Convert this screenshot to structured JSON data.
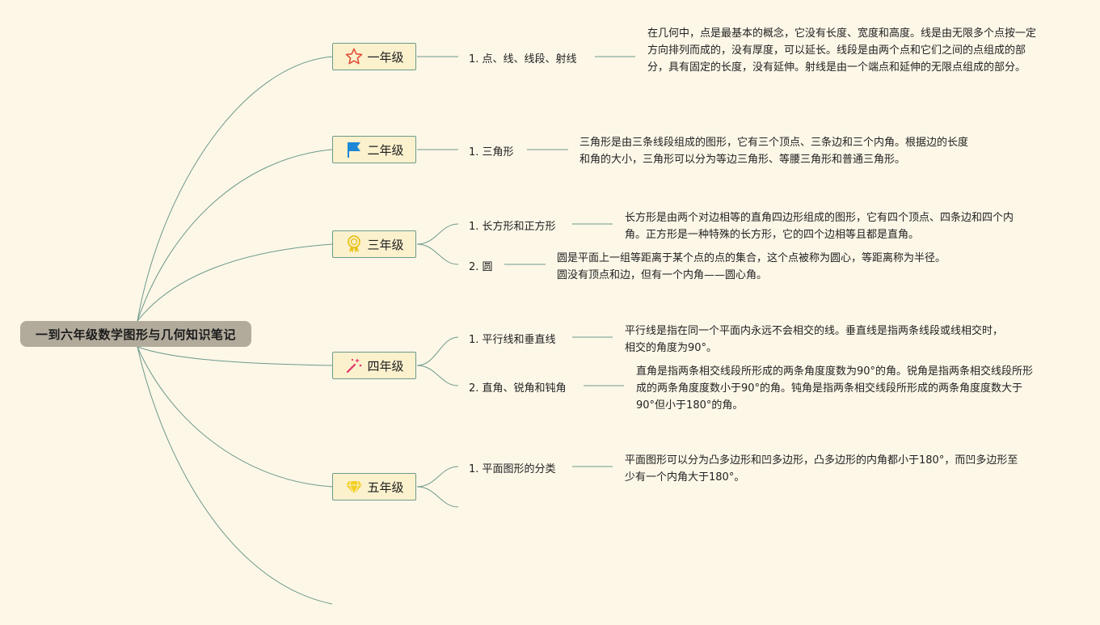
{
  "root": {
    "title": "一到六年级数学图形与几何知识笔记"
  },
  "grades": [
    {
      "label": "一年级",
      "icon": "star-icon",
      "topics": [
        {
          "label": "1. 点、线、线段、射线",
          "desc": "在几何中，点是最基本的概念，它没有长度、宽度和高度。线是由无限多个点按一定方向排列而成的，没有厚度，可以延长。线段是由两个点和它们之间的点组成的部分，具有固定的长度，没有延伸。射线是由一个端点和延伸的无限点组成的部分。"
        }
      ]
    },
    {
      "label": "二年级",
      "icon": "flag-icon",
      "topics": [
        {
          "label": "1. 三角形",
          "desc": "三角形是由三条线段组成的图形，它有三个顶点、三条边和三个内角。根据边的长度和角的大小，三角形可以分为等边三角形、等腰三角形和普通三角形。"
        }
      ]
    },
    {
      "label": "三年级",
      "icon": "award-ribbon-icon",
      "topics": [
        {
          "label": "1. 长方形和正方形",
          "desc": "长方形是由两个对边相等的直角四边形组成的图形，它有四个顶点、四条边和四个内角。正方形是一种特殊的长方形，它的四个边相等且都是直角。"
        },
        {
          "label": "2. 圆",
          "desc": "圆是平面上一组等距离于某个点的点的集合，这个点被称为圆心，等距离称为半径。圆没有顶点和边，但有一个内角——圆心角。"
        }
      ]
    },
    {
      "label": "四年级",
      "icon": "magic-wand-icon",
      "topics": [
        {
          "label": "1. 平行线和垂直线",
          "desc": "平行线是指在同一个平面内永远不会相交的线。垂直线是指两条线段或线相交时，相交的角度为90°。"
        },
        {
          "label": "2. 直角、锐角和钝角",
          "desc": "直角是指两条相交线段所形成的两条角度度数为90°的角。锐角是指两条相交线段所形成的两条角度度数小于90°的角。钝角是指两条相交线段所形成的两条角度度数大于90°但小于180°的角。"
        }
      ]
    },
    {
      "label": "五年级",
      "icon": "diamond-icon",
      "topics": [
        {
          "label": "1. 平面图形的分类",
          "desc": "平面图形可以分为凸多边形和凹多边形，凸多边形的内角都小于180°，而凹多边形至少有一个内角大于180°。"
        }
      ]
    }
  ],
  "colors": {
    "background": "#fdf7e8",
    "root_fill": "#b2ab9c",
    "grade_fill": "#fbf1cd",
    "line": "#6d9a8a",
    "star": "#e0513a",
    "flag": "#1e88d6",
    "ribbon": "#e9c21b",
    "wand": "#e0346a",
    "diamond": "#f2d024"
  }
}
